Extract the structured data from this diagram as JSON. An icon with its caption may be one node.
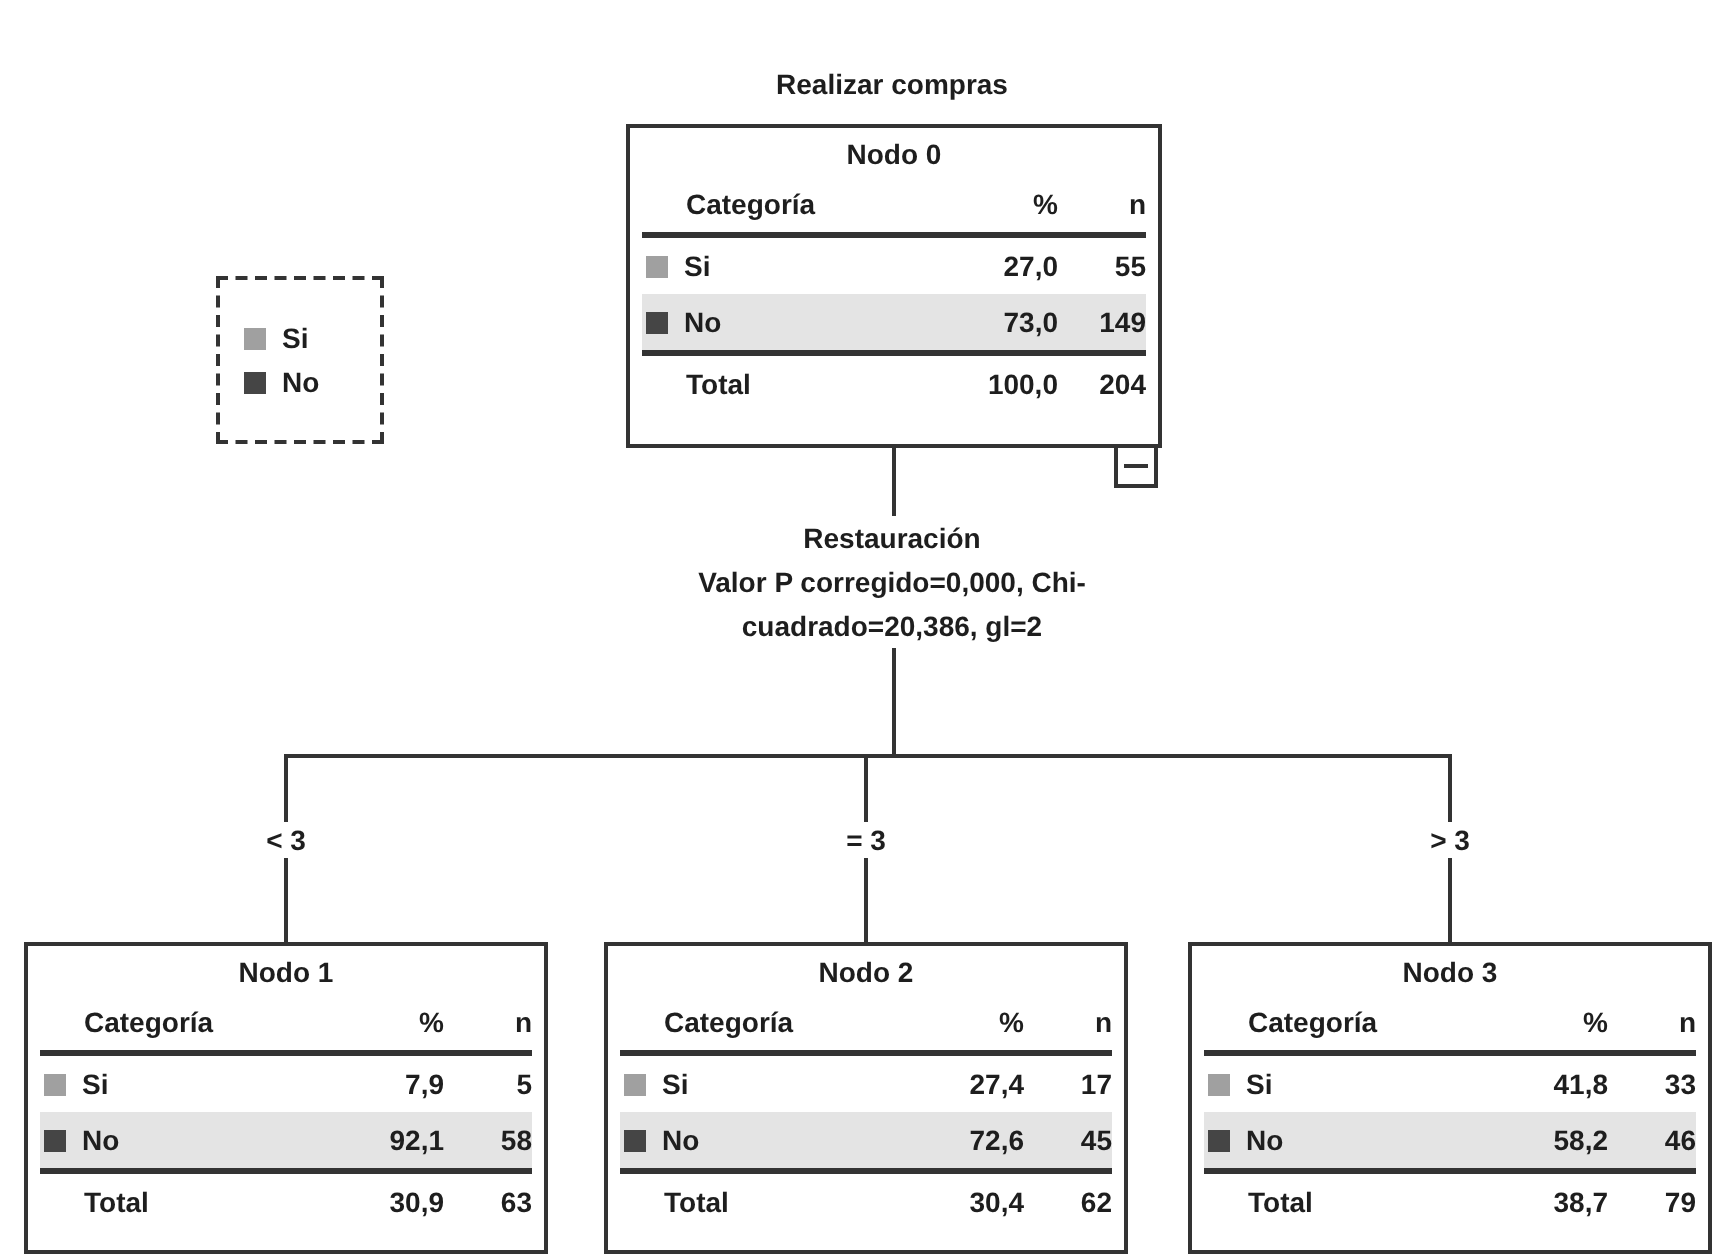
{
  "diagram": {
    "title": "Realizar compras",
    "nodes": [
      {
        "text": [
          "Nodo 0",
          "Categoría",
          "%",
          "n",
          "Si",
          "27,0",
          "55",
          "No",
          "73,0",
          "149",
          "Total",
          "100,0",
          "204"
        ]
      },
      {
        "text": [
          "Nodo 1",
          "Categoría",
          "%",
          "n",
          "Si",
          "7,9",
          "5",
          "No",
          "92,1",
          "58",
          "Total",
          "30,9",
          "63"
        ]
      },
      {
        "text": [
          "Nodo 2",
          "Categoría",
          "%",
          "n",
          "Si",
          "27,4",
          "17",
          "No",
          "72,6",
          "45",
          "Total",
          "30,4",
          "62"
        ]
      },
      {
        "text": [
          "Nodo 3",
          "Categoría",
          "%",
          "n",
          "Si",
          "41,8",
          "33",
          "No",
          "58,2",
          "46",
          "Total",
          "38,7",
          "79"
        ]
      }
    ],
    "edges": [
      {
        "from": 0,
        "to": 1,
        "arrow": "none",
        "label": "< 3"
      },
      {
        "from": 0,
        "to": 2,
        "arrow": "none",
        "label": "= 3"
      },
      {
        "from": 0,
        "to": 3,
        "arrow": "none",
        "label": "> 3"
      }
    ],
    "labels": [
      "Restauración",
      "Valor P corregido=0,000, Chi-cuadrado=20,386, gl=2"
    ],
    "legend": [
      {
        "text": "Si",
        "color": "#a0a0a0"
      },
      {
        "text": "No",
        "color": "#454545"
      }
    ]
  }
}
